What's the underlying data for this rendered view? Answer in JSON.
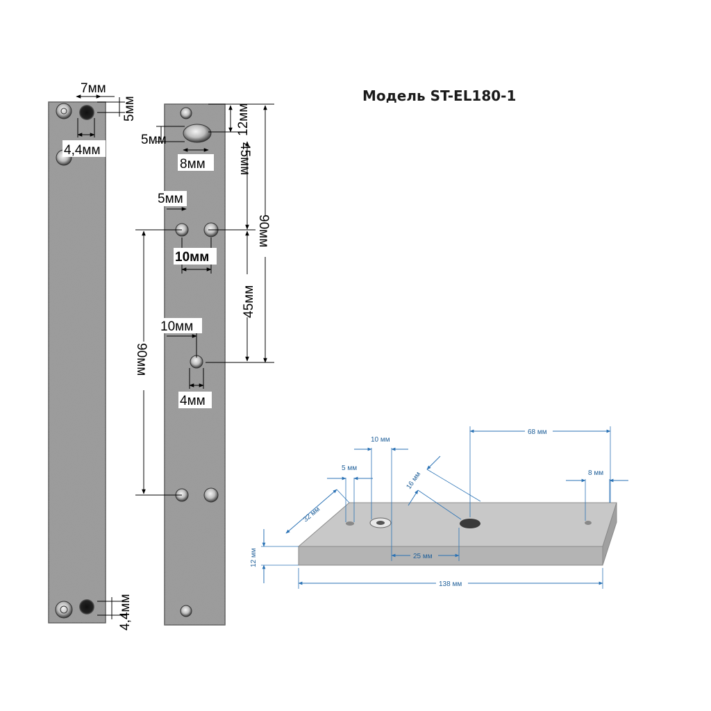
{
  "title": "Модель ST-EL180-1",
  "left_strip": {
    "dims": {
      "top_width": "7мм",
      "top_offset": "5мм",
      "top_hole": "4,4мм",
      "bottom_hole": "4,4мм"
    }
  },
  "middle_strip": {
    "dims": {
      "top_offset": "12мм",
      "slot_height": "5мм",
      "slot_width": "8мм",
      "upper_span": "45мм",
      "total_span": "90мм",
      "pair_offset": "5мм",
      "pair_spacing": "10мм",
      "lower_span": "45мм",
      "single_offset": "10мм",
      "single_hole": "4мм",
      "long_span": "90мм"
    }
  },
  "plate": {
    "colors": {
      "top": "#c8c8c8",
      "front": "#b4b4b4",
      "side": "#a0a0a0",
      "dim": "#2a72b5"
    },
    "dims": {
      "hole_small": "5 мм",
      "hole_ring": "10 мм",
      "edge_offset": "32 мм",
      "hole_large": "16 мм",
      "span_right": "68 мм",
      "hole_right": "8 мм",
      "thickness": "12 мм",
      "hole_spacing": "25 мм",
      "length": "138 мм"
    }
  }
}
